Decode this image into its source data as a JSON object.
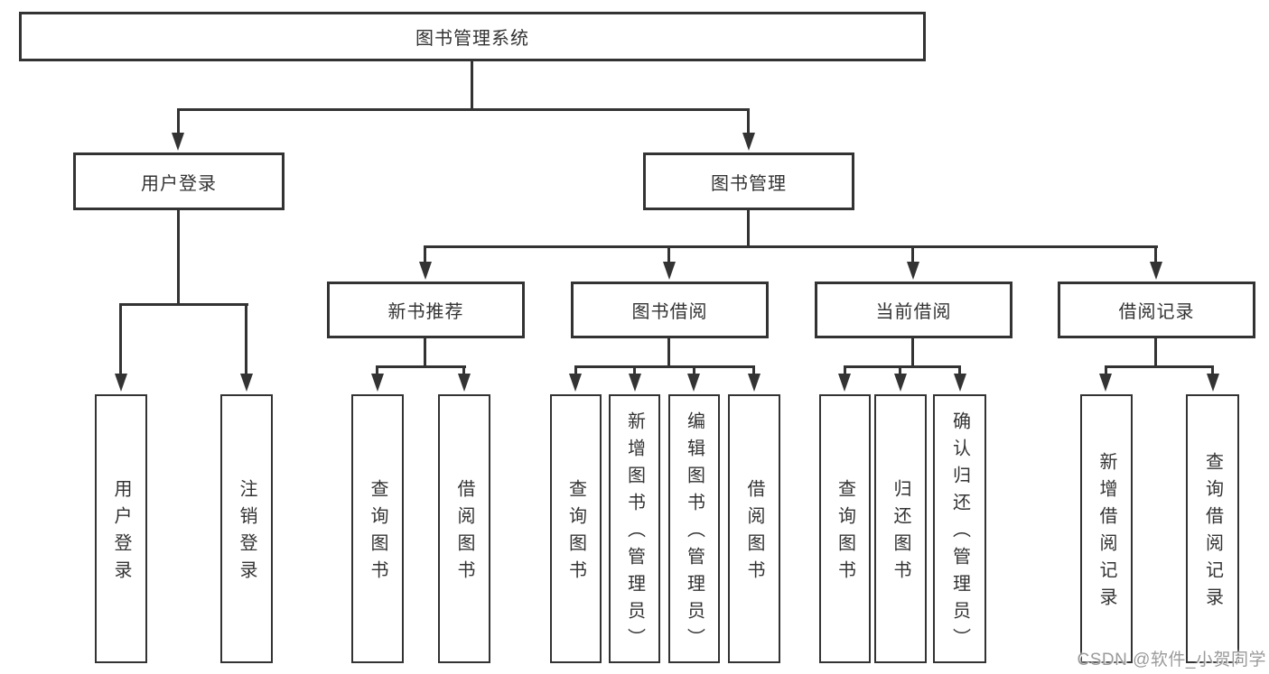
{
  "diagram": {
    "colors": {
      "line": "#333333",
      "text": "#333333",
      "box_background": "#ffffff",
      "page_background": "#ffffff",
      "watermark": "#9b9b9b"
    },
    "watermark": "CSDN @软件_小贺同学",
    "tree": {
      "label": "图书管理系统",
      "children": [
        {
          "label": "用户登录",
          "children": [
            {
              "label": "用户登录"
            },
            {
              "label": "注销登录"
            }
          ]
        },
        {
          "label": "图书管理",
          "children": [
            {
              "label": "新书推荐",
              "children": [
                {
                  "label": "查询图书"
                },
                {
                  "label": "借阅图书"
                }
              ]
            },
            {
              "label": "图书借阅",
              "children": [
                {
                  "label": "查询图书"
                },
                {
                  "label": "新增图书（管理员）"
                },
                {
                  "label": "编辑图书（管理员）"
                },
                {
                  "label": "借阅图书"
                }
              ]
            },
            {
              "label": "当前借阅",
              "children": [
                {
                  "label": "查询图书"
                },
                {
                  "label": "归还图书"
                },
                {
                  "label": "确认归还（管理员）"
                }
              ]
            },
            {
              "label": "借阅记录",
              "children": [
                {
                  "label": "新增借阅记录"
                },
                {
                  "label": "查询借阅记录"
                }
              ]
            }
          ]
        }
      ]
    }
  }
}
